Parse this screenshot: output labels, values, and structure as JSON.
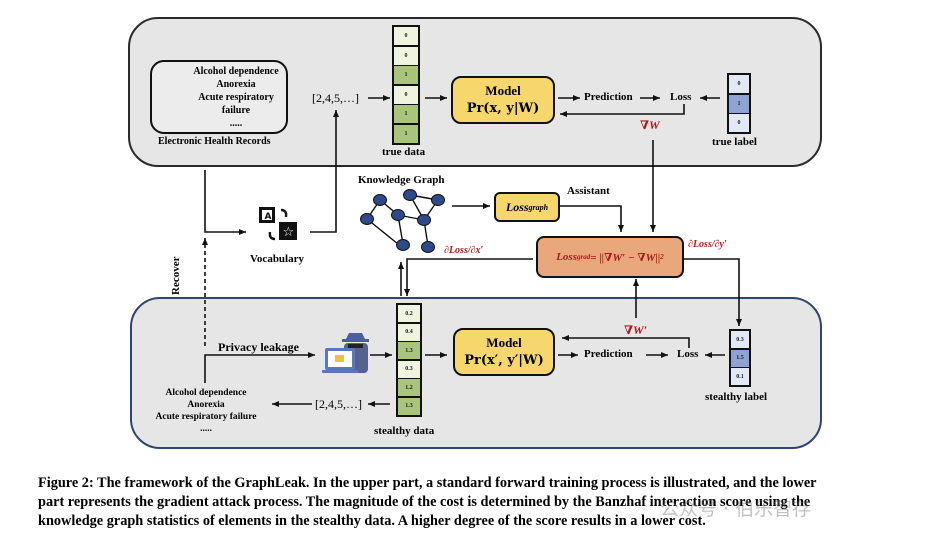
{
  "upper": {
    "ehr_items": [
      "Alcohol dependence",
      "Anorexia",
      "Acute respiratory",
      "failure",
      "....."
    ],
    "ehr_label": "Electronic Health Records",
    "sequence": "[2,4,5,…]",
    "true_data": {
      "label": "true data",
      "values": [
        "0",
        "0",
        "1",
        "0",
        "1",
        "1"
      ],
      "highlight": [
        false,
        false,
        true,
        false,
        true,
        true
      ]
    },
    "model": {
      "title": "Model",
      "formula": "Pr(x, y|W)"
    },
    "prediction": "Prediction",
    "loss": "Loss",
    "gradient": "∇W",
    "true_label": {
      "label": "true label",
      "values": [
        "0",
        "1",
        "0"
      ],
      "highlight": [
        false,
        true,
        false
      ]
    }
  },
  "middle": {
    "vocabulary": "Vocabulary",
    "knowledge_graph": "Knowledge Graph",
    "loss_graph": "Loss_graph",
    "loss_graph_main": "Loss",
    "loss_graph_sub": "graph",
    "assistant": "Assistant",
    "loss_grad_main": "Loss",
    "loss_grad_sub": "grad",
    "loss_grad_rhs": " = ||∇W′ − ∇W||",
    "loss_grad_sup": "2",
    "dloss_dx": "∂Loss/∂x′",
    "dloss_dy": "∂Loss/∂y′",
    "recover": "Recover"
  },
  "lower": {
    "privacy_leakage": "Privacy leakage",
    "ehr_items": [
      "Alcohol dependence",
      "Anorexia",
      "Acute respiratory failure",
      "....."
    ],
    "sequence": "[2,4,5,…]",
    "stealthy_data": {
      "label": "stealthy data",
      "values": [
        "0.2",
        "0.4",
        "1.3",
        "0.3",
        "1.2",
        "1.3"
      ],
      "highlight": [
        false,
        false,
        true,
        false,
        true,
        true
      ]
    },
    "model": {
      "title": "Model",
      "formula": "Pr(x′, y′|W)"
    },
    "prediction": "Prediction",
    "loss": "Loss",
    "gradient": "∇W′",
    "stealthy_label": {
      "label": "stealthy label",
      "values": [
        "0.3",
        "1.5",
        "0.1"
      ],
      "highlight": [
        false,
        true,
        false
      ]
    }
  },
  "caption": {
    "lines": [
      "Figure 2: The framework of the GraphLeak. In the upper part, a standard forward training process is illustrated, and the lower",
      "part represents the gradient attack process. The magnitude of the cost is determined by the Banzhaf interaction score using the",
      "knowledge graph statistics of elements in the stealthy data. A higher degree of the score results in a lower cost."
    ]
  },
  "watermark": "公众号 · 伯乐智存",
  "colors": {
    "panel_bg": "#e6e6e6",
    "model_fill": "#f5d76e",
    "loss_grad_fill": "#e8a87c",
    "gradient_text": "#b01818",
    "data_cell_light": "#eef4e0",
    "data_cell_dark": "#a9c57c",
    "label_cell_light": "#e4e8f4",
    "label_cell_dark": "#8ea2d4",
    "graph_node": "#2f4a8a"
  }
}
